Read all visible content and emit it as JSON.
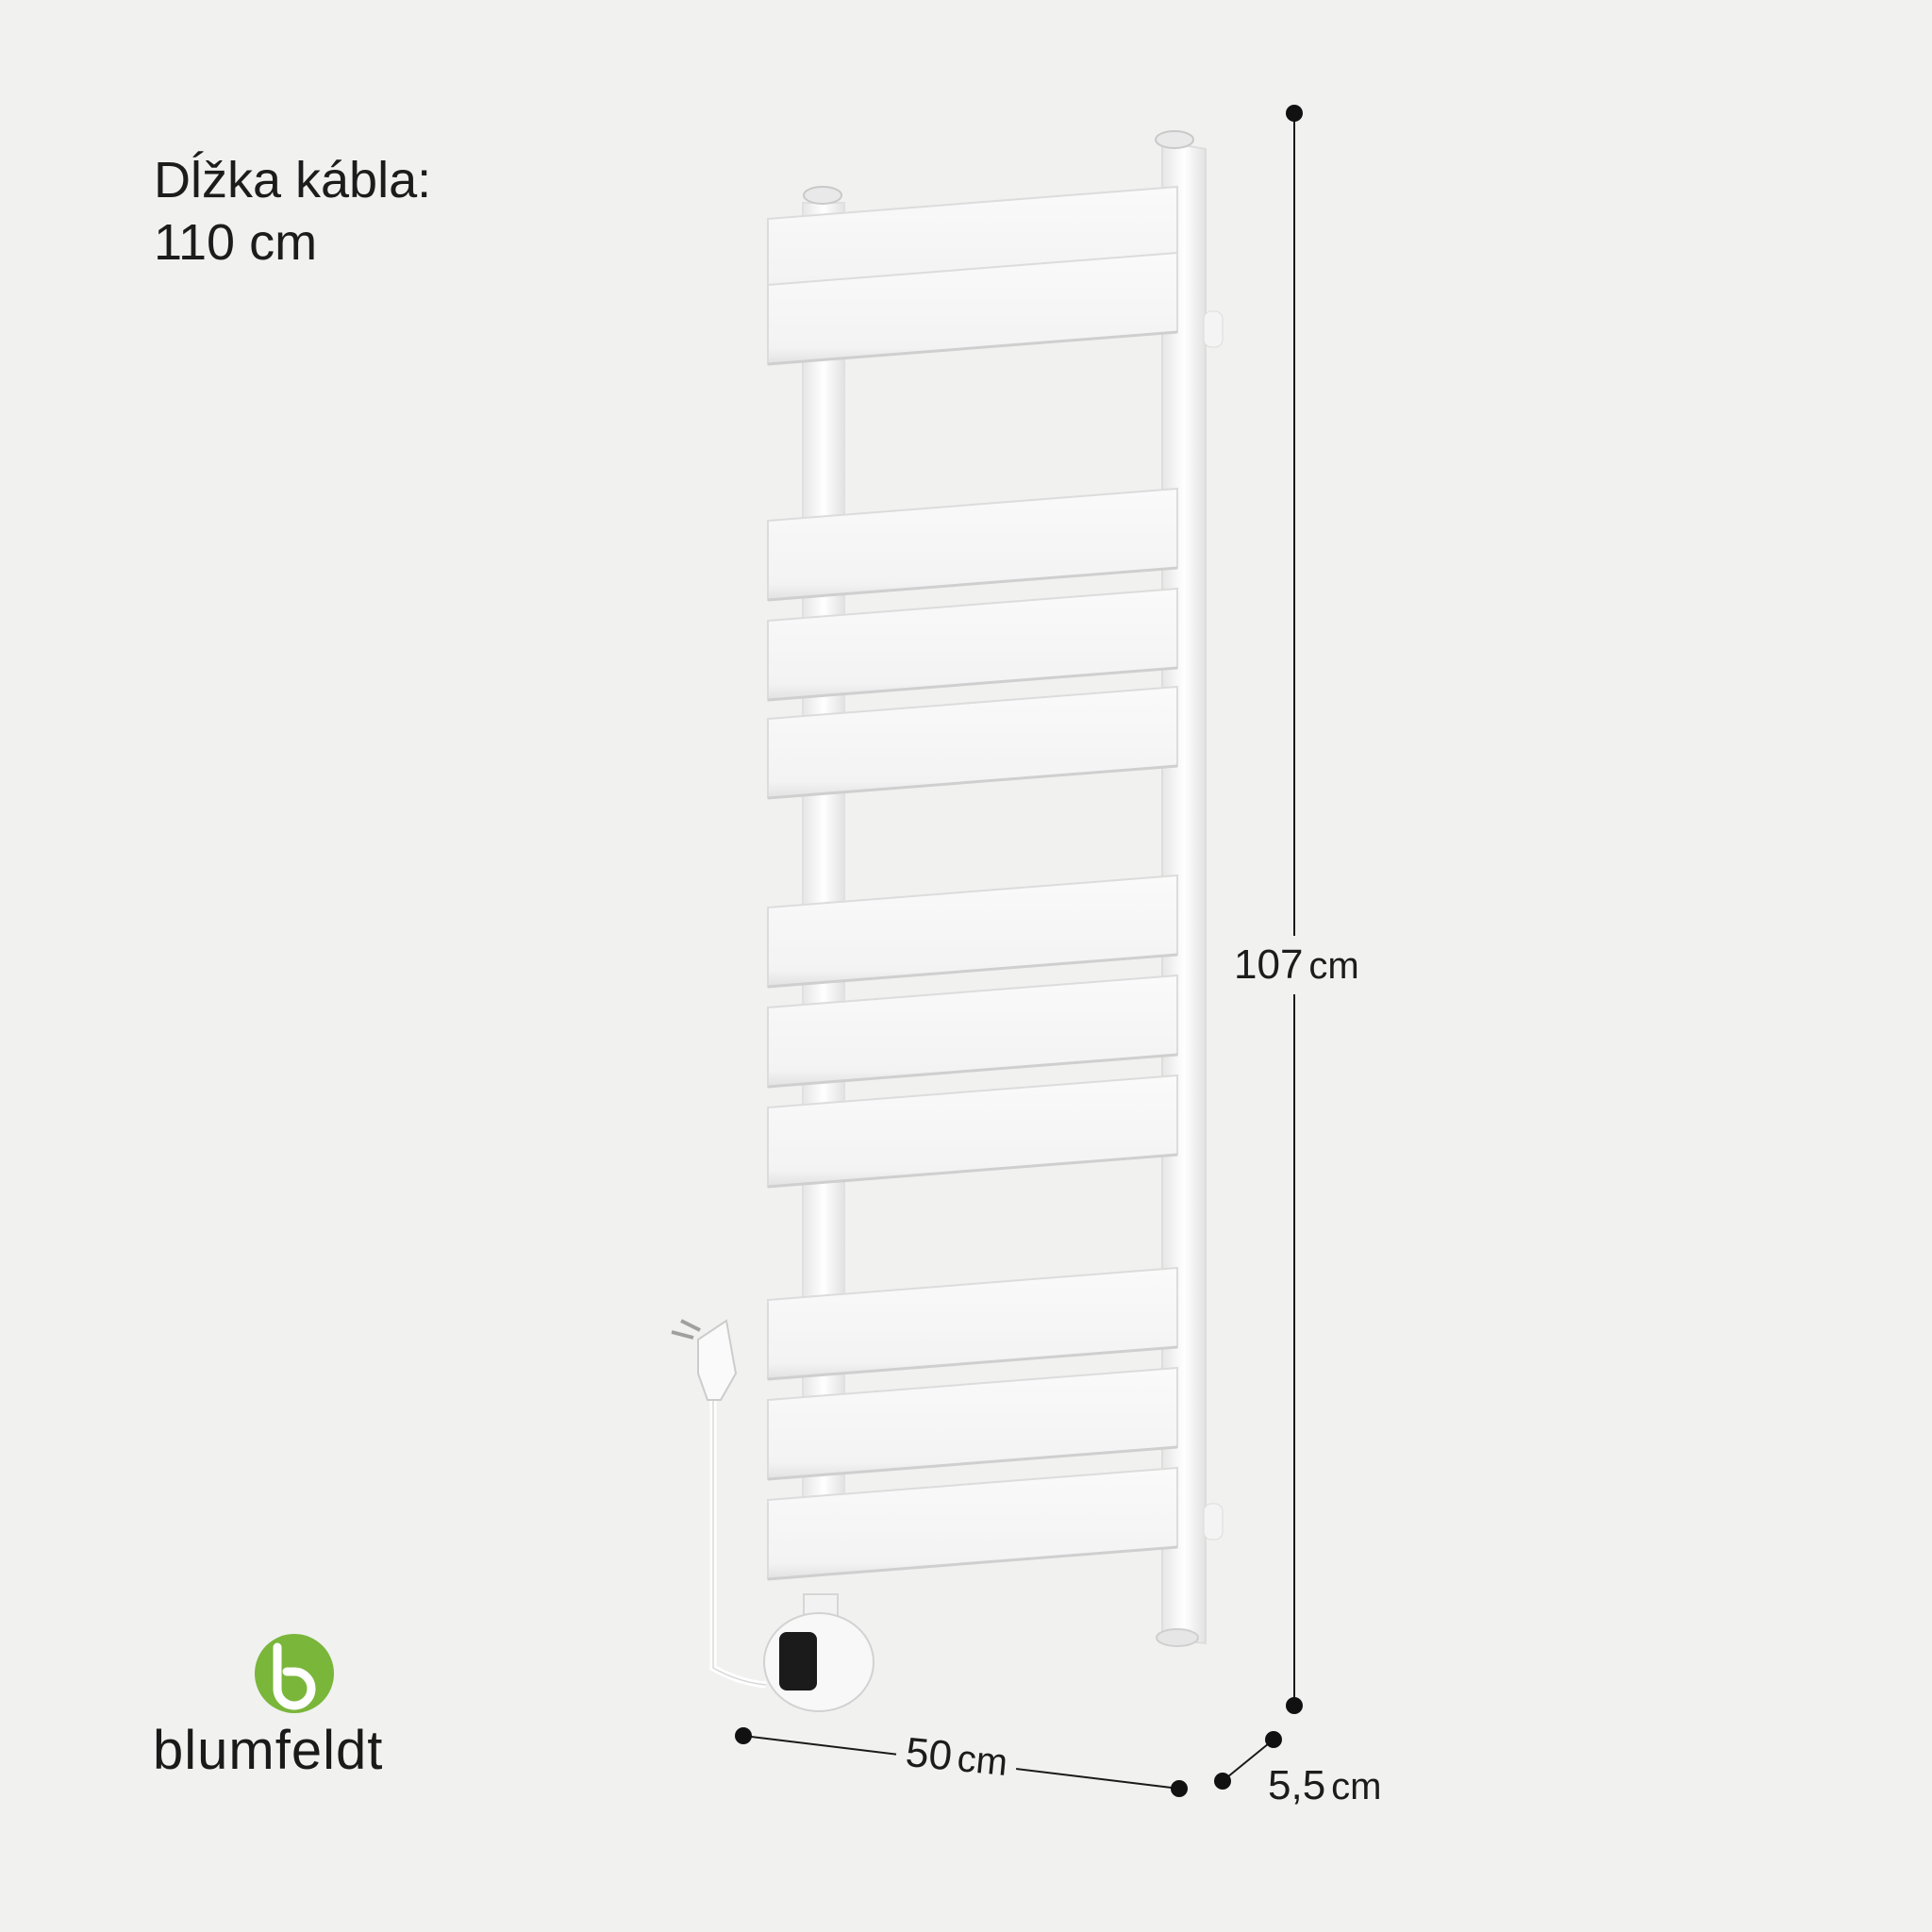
{
  "cable": {
    "label": "Dĺžka kábla:",
    "value": "110 cm"
  },
  "dimensions": {
    "height": {
      "value": "107",
      "unit": "cm"
    },
    "width": {
      "value": "50",
      "unit": "cm"
    },
    "depth": {
      "value": "5,5",
      "unit": "cm"
    }
  },
  "brand": {
    "name": "blumfeldt",
    "logo_color": "#7ab63a"
  },
  "product": {
    "bar_count": 11,
    "color": "#ffffff"
  }
}
